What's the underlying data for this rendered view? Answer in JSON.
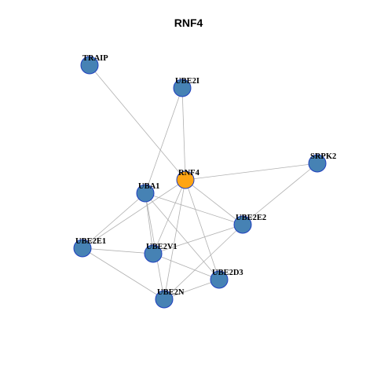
{
  "title": "RNF4",
  "colors": {
    "hub": "#ffa514",
    "node": "#4682b4",
    "node_border": "#1f3fbf",
    "edge": "#b0b0b0"
  },
  "nodes": [
    {
      "id": "TRAIP",
      "label": "TRAIP",
      "hub": false
    },
    {
      "id": "UBE2I",
      "label": "UBE2I",
      "hub": false
    },
    {
      "id": "SRPK2",
      "label": "SRPK2",
      "hub": false
    },
    {
      "id": "RNF4",
      "label": "RNF4",
      "hub": true
    },
    {
      "id": "UBA1",
      "label": "UBA1",
      "hub": false
    },
    {
      "id": "UBE2E2",
      "label": "UBE2E2",
      "hub": false
    },
    {
      "id": "UBE2E1",
      "label": "UBE2E1",
      "hub": false
    },
    {
      "id": "UBE2V1",
      "label": "UBE2V1",
      "hub": false
    },
    {
      "id": "UBE2D3",
      "label": "UBE2D3",
      "hub": false
    },
    {
      "id": "UBE2N",
      "label": "UBE2N",
      "hub": false
    }
  ],
  "edges": [
    [
      "RNF4",
      "TRAIP"
    ],
    [
      "RNF4",
      "UBE2I"
    ],
    [
      "RNF4",
      "SRPK2"
    ],
    [
      "RNF4",
      "UBE2E2"
    ],
    [
      "RNF4",
      "UBE2E1"
    ],
    [
      "RNF4",
      "UBE2V1"
    ],
    [
      "RNF4",
      "UBE2D3"
    ],
    [
      "RNF4",
      "UBE2N"
    ],
    [
      "UBE2I",
      "UBA1"
    ],
    [
      "UBA1",
      "UBE2E2"
    ],
    [
      "UBA1",
      "UBE2E1"
    ],
    [
      "UBA1",
      "UBE2V1"
    ],
    [
      "UBA1",
      "UBE2D3"
    ],
    [
      "UBA1",
      "UBE2N"
    ],
    [
      "SRPK2",
      "UBE2E2"
    ],
    [
      "UBE2E2",
      "UBE2V1"
    ],
    [
      "UBE2E2",
      "UBE2N"
    ],
    [
      "UBE2E1",
      "UBE2V1"
    ],
    [
      "UBE2E1",
      "UBE2N"
    ],
    [
      "UBE2V1",
      "UBE2D3"
    ],
    [
      "UBE2D3",
      "UBE2N"
    ]
  ]
}
